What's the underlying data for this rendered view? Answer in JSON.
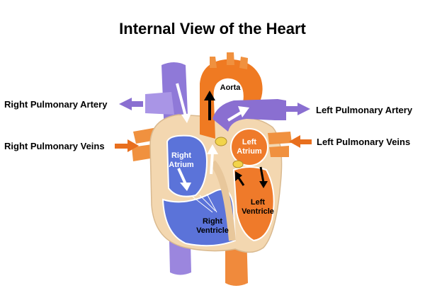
{
  "title": "Internal View of the Heart",
  "labels": {
    "right_pulmonary_artery": "Right Pulmonary Artery",
    "right_pulmonary_veins": "Right Pulmonary Veins",
    "left_pulmonary_artery": "Left Pulmonary Artery",
    "left_pulmonary_veins": "Left Pulmonary Veins",
    "aorta": "Aorta",
    "right_atrium_1": "Right",
    "right_atrium_2": "Atrium",
    "left_atrium_1": "Left",
    "left_atrium_2": "Atrium",
    "right_ventricle_1": "Right",
    "right_ventricle_2": "Ventricle",
    "left_ventricle_1": "Left",
    "left_ventricle_2": "Ventricle"
  },
  "colors": {
    "deoxygenated": "#8a6fd1",
    "oxygenated": "#f07a28",
    "tissue": "#f3d9b4",
    "chamber_blue": "#5b73d9",
    "chamber_orange": "#ef7a2a"
  }
}
